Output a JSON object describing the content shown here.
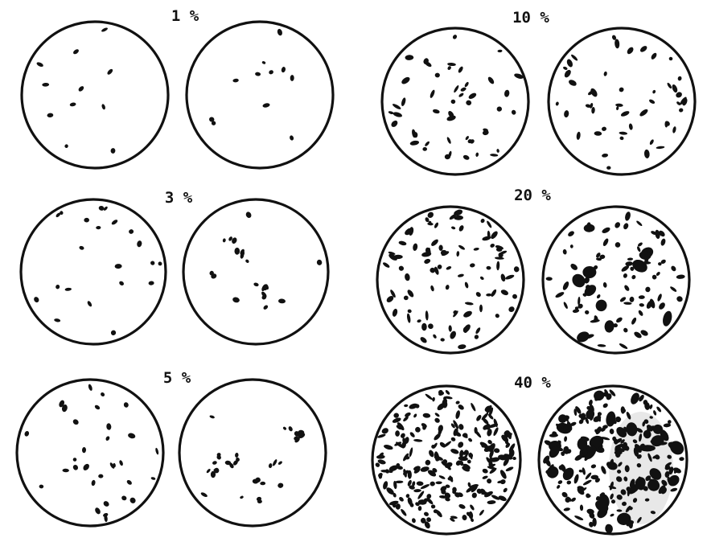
{
  "figure": {
    "panels": [
      {
        "label": "1 %",
        "density": 1
      },
      {
        "label": "3 %",
        "density": 3
      },
      {
        "label": "5 %",
        "density": 5
      },
      {
        "label": "10 %",
        "density": 10
      },
      {
        "label": "20 %",
        "density": 20
      },
      {
        "label": "40 %",
        "density": 40
      }
    ]
  },
  "colors": {
    "ink": "#111111",
    "paper": "#ffffff"
  }
}
